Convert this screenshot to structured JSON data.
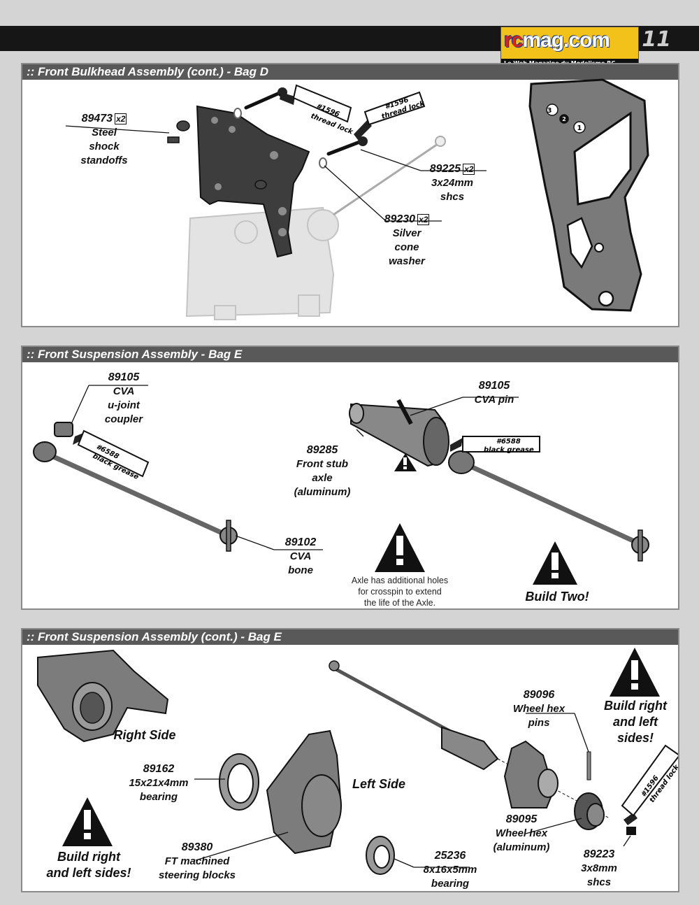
{
  "page": {
    "number": "11"
  },
  "logo": {
    "brand_rc": "rc",
    "brand_rest": "mag.com",
    "tagline": "Le Web Magazine du Modelisme RC"
  },
  "panel1": {
    "title": ":: Front Bulkhead Assembly (cont.) - Bag D",
    "parts": {
      "standoffs": {
        "num": "89473",
        "qty": "x2",
        "lines": [
          "Steel",
          "shock",
          "standoffs"
        ]
      },
      "shcs": {
        "num": "89225",
        "qty": "x2",
        "lines": [
          "3x24mm",
          "shcs"
        ]
      },
      "washer": {
        "num": "89230",
        "qty": "x2",
        "lines": [
          "Silver",
          "cone",
          "washer"
        ]
      }
    },
    "tube_text": [
      "#1596",
      "thread lock"
    ],
    "hole_numbers": [
      "3",
      "2",
      "1"
    ]
  },
  "panel2": {
    "title": ":: Front Suspension Assembly - Bag E",
    "parts": {
      "coupler": {
        "num": "89105",
        "lines": [
          "CVA",
          "u-joint",
          "coupler"
        ]
      },
      "pin": {
        "num": "89105",
        "lines": [
          "CVA pin"
        ]
      },
      "stub": {
        "num": "89285",
        "lines": [
          "Front stub",
          "axle",
          "(aluminum)"
        ]
      },
      "bone": {
        "num": "89102",
        "lines": [
          "CVA",
          "bone"
        ]
      }
    },
    "grease_text": [
      "#6588",
      "black grease"
    ],
    "note": [
      "Axle has additional holes",
      "for crosspin to extend",
      "the life of the Axle."
    ],
    "build": "Build Two!"
  },
  "panel3": {
    "title": ":: Front Suspension Assembly (cont.) - Bag E",
    "right_side": "Right Side",
    "left_side": "Left Side",
    "parts": {
      "bearing_big": {
        "num": "89162",
        "lines": [
          "15x21x4mm",
          "bearing"
        ]
      },
      "steering": {
        "num": "89380",
        "lines": [
          "FT machined",
          "steering blocks"
        ]
      },
      "bearing_small": {
        "num": "25236",
        "lines": [
          "8x16x5mm",
          "bearing"
        ]
      },
      "hexpins": {
        "num": "89096",
        "lines": [
          "Wheel hex",
          "pins"
        ]
      },
      "wheelhex": {
        "num": "89095",
        "lines": [
          "Wheel hex",
          "(aluminum)"
        ]
      },
      "screws": {
        "num": "89223",
        "lines": [
          "3x8mm",
          "shcs"
        ]
      }
    },
    "build_left": [
      "Build right",
      "and left sides!"
    ],
    "build_right": [
      "Build right",
      "and left",
      "sides!"
    ],
    "tube_text": [
      "#1596",
      "thread lock"
    ]
  }
}
